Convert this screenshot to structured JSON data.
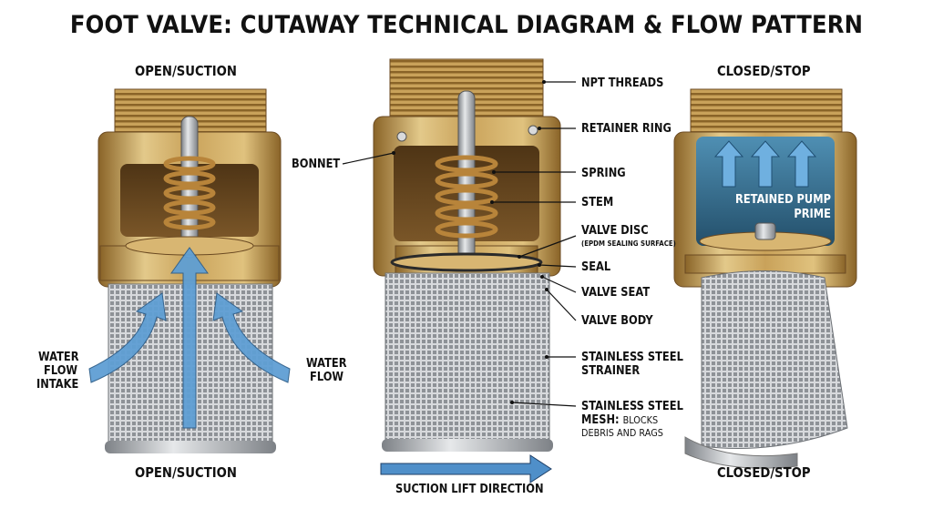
{
  "title": "FOOT VALVE: CUTAWAY TECHNICAL DIAGRAM & FLOW PATTERN",
  "left": {
    "top_caption": "OPEN/SUCTION",
    "bottom_caption": "OPEN/SUCTION",
    "intake_label_1": "WATER",
    "intake_label_2": "FLOW",
    "intake_label_3": "INTAKE",
    "flow_label_1": "WATER",
    "flow_label_2": "FLOW"
  },
  "center": {
    "labels": {
      "npt_threads": "NPT THREADS",
      "retainer_ring": "RETAINER RING",
      "bonnet": "BONNET",
      "spring": "SPRING",
      "stem": "STEM",
      "valve_disc": "VALVE DISC",
      "valve_disc_note": "(EPDM SEALING SURFACE)",
      "seal": "SEAL",
      "valve_seat": "VALVE SEAT",
      "valve_body": "VALVE BODY",
      "strainer_1": "STAINLESS STEEL",
      "strainer_2": "STRAINER",
      "mesh_1": "STAINLESS STEEL",
      "mesh_2a": "MESH:",
      "mesh_2b": "BLOCKS",
      "mesh_3": "DEBRIS AND RAGS"
    },
    "direction_label": "SUCTION LIFT DIRECTION"
  },
  "right": {
    "top_caption": "CLOSED/STOP",
    "bottom_caption": "CLOSED/STOP",
    "retained_1": "RETAINED PUMP",
    "retained_2": "PRIME"
  },
  "colors": {
    "brass": "#c9a25a",
    "brass_dark": "#8a6428",
    "brass_light": "#e3c98a",
    "interior": "#6b4a22",
    "steel": "#b9bcc0",
    "water_blue": "#5f9fd4",
    "prime_blue": "#2f6f93"
  }
}
